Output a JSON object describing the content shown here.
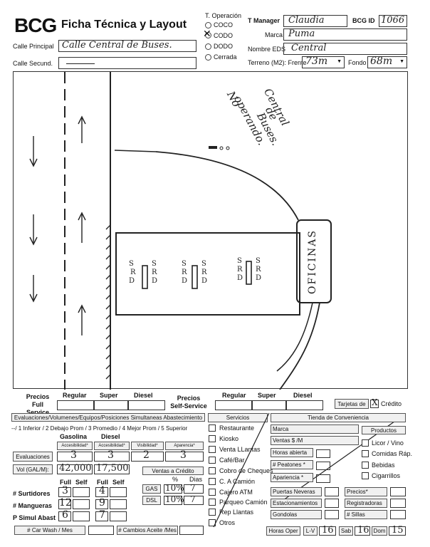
{
  "header": {
    "logo": "BCG",
    "title": "Ficha Técnica y Layout",
    "t_operacion_label": "T. Operación",
    "operacion_options": [
      "COCO",
      "CODO",
      "DODO",
      "Cerrada"
    ],
    "calle_principal_label": "Calle Principal",
    "calle_principal_value": "Calle Central de Buses.",
    "calle_secund_label": "Calle Secund.",
    "t_manager_label": "T Manager",
    "t_manager_value": "Claudia",
    "bcg_id_label": "BCG ID",
    "bcg_id_value": "1066",
    "marca_label": "Marca",
    "marca_value": "Puma",
    "nombre_eds_label": "Nombre EDS",
    "nombre_eds_value": "Central",
    "terreno_label": "Terreno (M2): Frente",
    "frente_value": "73m",
    "fondo_label": "Fondo",
    "fondo_value": "68m"
  },
  "sketch": {
    "note_central": [
      "Central",
      "de",
      "Buses."
    ],
    "note_no_operando": [
      "No",
      "operando."
    ],
    "oficinas": "OFICINAS",
    "dispensers": [
      [
        "S",
        "R",
        "D",
        "S",
        "R",
        "D"
      ],
      [
        "S",
        "R",
        "D",
        "S",
        "R",
        "D"
      ],
      [
        "S",
        "R",
        "D",
        "S",
        "R",
        "D"
      ]
    ]
  },
  "prices": {
    "full_label": "Precios Full Service",
    "self_label": "Precios Self-Service",
    "cols": [
      "Regular",
      "Super",
      "Diesel"
    ],
    "tarjetas_label": "Tarjetas de",
    "tarjetas_check": "X",
    "credito_label": "Crédito"
  },
  "evaluaciones": {
    "header": "Evaluaciones/Volumenes/Equipos/Posiciones Simultaneas Abastecimiento",
    "scale": "--/ 1 Inferior / 2 Debajo Prom / 3 Promedio / 4 Mejor Prom / 5 Superior",
    "gasolina_label": "Gasolina",
    "diesel_label": "Diesel",
    "cols": [
      "Accesibilidad*",
      "Accesibilidad*",
      "Visibilidad*",
      "Aparencia*"
    ],
    "evaluaciones_label": "Evaluaciones",
    "evaluaciones_values": [
      "3",
      "3",
      "2",
      "3"
    ],
    "vol_label": "Vol (GAL/M):",
    "vol_values": [
      "42,000",
      "17,500"
    ],
    "ventas_credito_label": "Ventas a Crédito",
    "pct_label": "%",
    "dias_label": "Dias",
    "gas_label": "GAS",
    "gas_values": [
      "10%",
      "7"
    ],
    "dsl_label": "DSL",
    "dsl_values": [
      "10%",
      "7"
    ],
    "full_label": "Full",
    "self_label": "Self",
    "surtidores_label": "# Surtidores",
    "surtidores_values": [
      "3",
      "",
      "4",
      ""
    ],
    "mangueras_label": "# Mangueras",
    "mangueras_values": [
      "12",
      "",
      "9",
      ""
    ],
    "simul_label": "P Simul Abast",
    "simul_values": [
      "6",
      "",
      "7",
      ""
    ],
    "car_wash_label": "# Car Wash / Mes",
    "cambios_label": "# Cambios Aceite /Mes"
  },
  "servicios": {
    "header": "Servicios",
    "items": [
      "Restaurante",
      "Kiosko",
      "Venta LLantas",
      "Café/Bar",
      "Cobro de Cheques",
      "C. A Camión",
      "Cajero ATM",
      "Parqueo Camión",
      "Rep Llantas",
      "Otros"
    ]
  },
  "tienda": {
    "header": "Tienda de Conveniencia",
    "marca_label": "Marca",
    "productos_label": "Productos",
    "ventas_label": "Ventas $ /M",
    "horas_abierta_label": "Horas abierta",
    "peatones_label": "# Peatones *",
    "apariencia_label": "Apariencia *",
    "licor_label": "Licor / Vino",
    "comidas_label": "Comidas Ráp.",
    "bebidas_label": "Bebidas",
    "cigarrillos_label": "Cigarrillos",
    "puertas_label": "Puertas Neveras",
    "precios_label": "Precios*",
    "estacionamientos_label": "Estacionamientos",
    "registradoras_label": "Registradoras",
    "gondolas_label": "Gondolas",
    "sillas_label": "# Sillas",
    "horas_oper_label": "Horas Oper",
    "lv_label": "L-V",
    "lv_value": "16",
    "sab_label": "Sab",
    "sab_value": "16",
    "dom_label": "Dom",
    "dom_value": "15"
  }
}
